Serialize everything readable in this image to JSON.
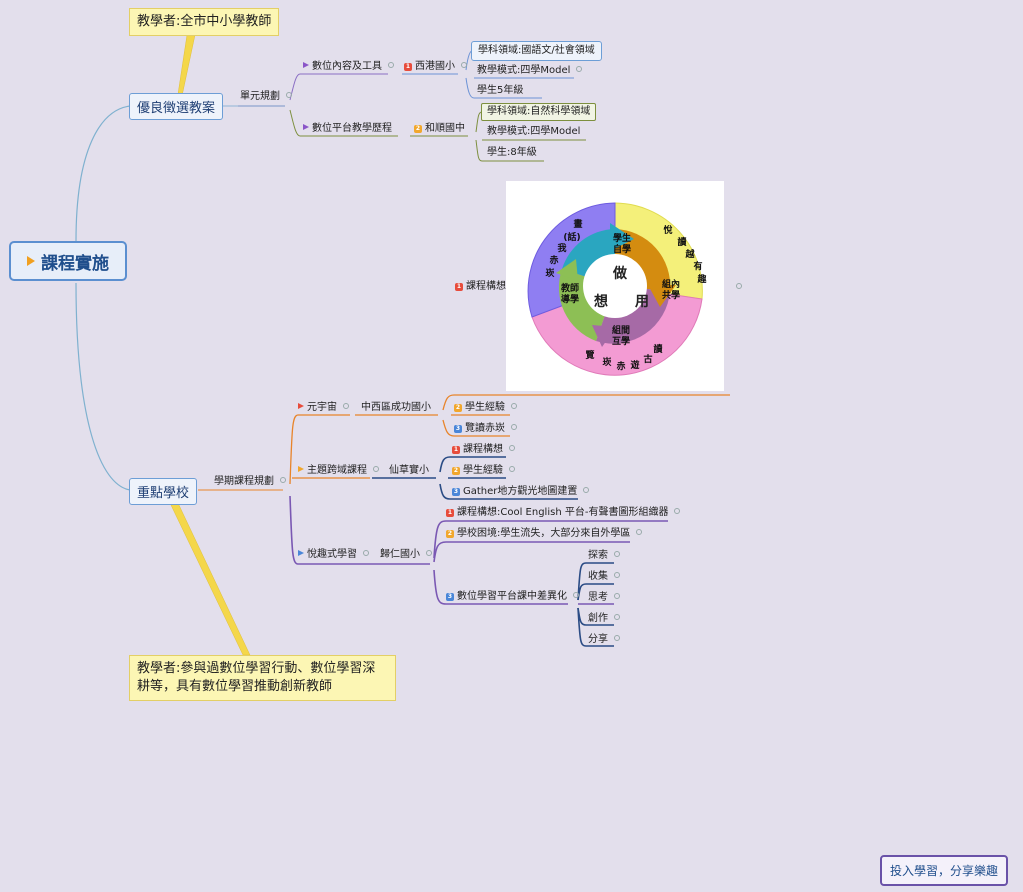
{
  "central": "課程實施",
  "callouts": {
    "top": "教學者:全市中小學教師",
    "bottom": "教學者:參與過數位學習行動、數位學習深耕等，具有數位學習推動創新教師"
  },
  "branch1": {
    "title": "優良徵選教案",
    "sub": "單元規劃",
    "items": [
      {
        "label": "數位內容及工具",
        "school": "西港國小",
        "details": [
          "學科領域:國語文/社會領域",
          "教學模式:四學Model",
          "學生5年級"
        ]
      },
      {
        "label": "數位平台教學歷程",
        "school": "和順國中",
        "details": [
          "學科領域:自然科學領域",
          "教學模式:四學Model",
          "學生:8年級"
        ]
      }
    ]
  },
  "concept": {
    "label": "課程構想",
    "diagram": {
      "center": [
        "做",
        "想",
        "用"
      ],
      "inner": [
        "學生自學",
        "組內共學",
        "組間互學",
        "教師導學"
      ],
      "outer": [
        [
          "畫",
          "(話)",
          "我",
          "赤",
          "崁"
        ],
        [
          "悅",
          "讀",
          "越",
          "有",
          "趣"
        ],
        [
          "讀",
          "古",
          "遊",
          "赤",
          "崁",
          "覽"
        ]
      ]
    }
  },
  "branch2": {
    "title": "重點學校",
    "sub": "學期課程規劃",
    "groups": [
      {
        "label": "元宇宙",
        "school": "中西區成功國小",
        "items": [
          "學生經驗",
          "覽讀赤崁"
        ]
      },
      {
        "label": "主題跨域課程",
        "school": "仙草實小",
        "items": [
          "課程構想",
          "學生經驗",
          "Gather地方觀光地圖建置"
        ]
      },
      {
        "label": "悅趣式學習",
        "school": "歸仁國小",
        "items": [
          "課程構想:Cool English 平台-有聲書圖形組織器",
          "學校困境:學生流失，大部分來自外學區",
          "數位學習平台課中差異化"
        ],
        "steps": [
          "探索",
          "收集",
          "思考",
          "創作",
          "分享"
        ]
      }
    ]
  },
  "footer": "投入學習，分享樂趣",
  "colors": {
    "orange": "#e8842a",
    "purple": "#7a58b3",
    "navy": "#2b4c85",
    "olive": "#7d8f3e",
    "gray": "#9aa4b5"
  }
}
